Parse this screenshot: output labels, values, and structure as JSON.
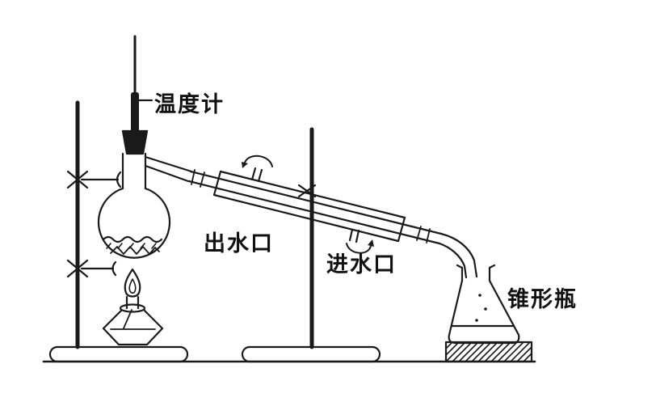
{
  "page": {
    "background": "#ffffff",
    "ink": "#1a1a1a"
  },
  "labels": {
    "thermometer": "温度计",
    "water_outlet": "出水口",
    "water_inlet": "进水口",
    "conical_flask": "锥形瓶"
  }
}
